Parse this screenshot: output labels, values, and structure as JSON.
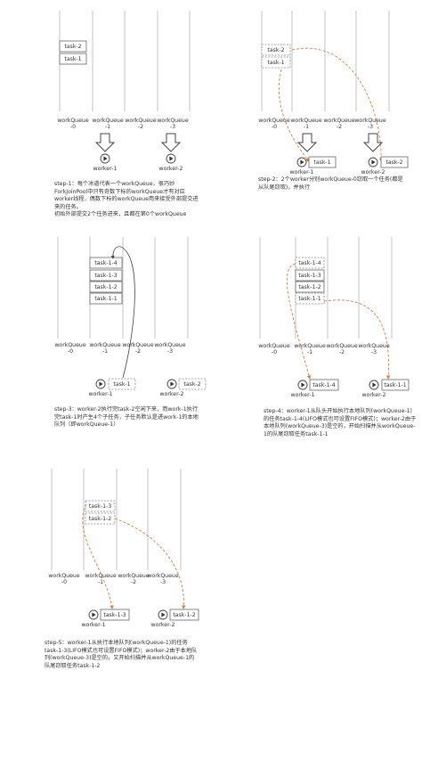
{
  "panels": [
    {
      "columns": [
        {
          "l1": "workQueue",
          "l2": "-0"
        },
        {
          "l1": "workQueue",
          "l2": "-1"
        },
        {
          "l1": "workQueue",
          "l2": "-2"
        },
        {
          "l1": "workQueue",
          "l2": "-3"
        }
      ],
      "tasks_top": [
        {
          "label": "task-2",
          "dashed": false
        },
        {
          "label": "task-1",
          "dashed": false
        }
      ],
      "workers": [
        {
          "name": "worker-1",
          "task": ""
        },
        {
          "name": "worker-2",
          "task": ""
        }
      ],
      "desc": [
        "step-1：每个冰道代表一个workQueue，很巧妙",
        "ForkJoinPool中只有奇数下标的workQueue才有对应",
        "worker线程，偶数下标的workQueue用来接受外部提交进",
        "来的任务。",
        "初始外部提交2个任务进来，且都在第0个workQueue"
      ]
    },
    {
      "columns": [
        {
          "l1": "workQueue",
          "l2": "-0"
        },
        {
          "l1": "workQueue",
          "l2": "-1"
        },
        {
          "l1": "workQueue",
          "l2": "-2"
        },
        {
          "l1": "workQueue",
          "l2": "-3"
        }
      ],
      "tasks_top": [
        {
          "label": "task-2",
          "dashed": true
        },
        {
          "label": "task-1",
          "dashed": true
        }
      ],
      "workers": [
        {
          "name": "worker-1",
          "task": "task-1"
        },
        {
          "name": "worker-2",
          "task": "task-2"
        }
      ],
      "desc": [
        "step-2：2个worker分别workQueue-0窃取一个任务(都是",
        "从队尾窃取)，并执行"
      ]
    },
    {
      "columns": [
        {
          "l1": "workQueue",
          "l2": "-0"
        },
        {
          "l1": "workQueue",
          "l2": "-1"
        },
        {
          "l1": "workQueue",
          "l2": "-2"
        },
        {
          "l1": "workQueue",
          "l2": "-3"
        }
      ],
      "tasks_top": [
        {
          "label": "task-1-4",
          "dashed": false
        },
        {
          "label": "task-1-3",
          "dashed": false
        },
        {
          "label": "task-1-2",
          "dashed": false
        },
        {
          "label": "task-1-1",
          "dashed": false
        }
      ],
      "workers": [
        {
          "name": "worker-1",
          "task": "task-1"
        },
        {
          "name": "worker-2",
          "task": "task-2"
        }
      ],
      "desc": [
        "step-3：worker-2执行完task-2空闲下来，而work-1执行",
        "完task-1时产生4个子任务，子任务默认是进work-1的本地",
        "队列（即workQueue-1）"
      ]
    },
    {
      "columns": [
        {
          "l1": "workQueue",
          "l2": "-0"
        },
        {
          "l1": "workQueue",
          "l2": "-1"
        },
        {
          "l1": "workQueue",
          "l2": "-2"
        },
        {
          "l1": "workQueue",
          "l2": "-3"
        }
      ],
      "tasks_top": [
        {
          "label": "task-1-4",
          "dashed": true
        },
        {
          "label": "task-1-3",
          "dashed": false
        },
        {
          "label": "task-1-2",
          "dashed": false
        },
        {
          "label": "task-1-1",
          "dashed": true
        }
      ],
      "workers": [
        {
          "name": "worker-1",
          "task": "task-1-4"
        },
        {
          "name": "worker-2",
          "task": "task-1-1"
        }
      ],
      "desc": [
        "step-4：worker-1从队头开始执行本地队列(workQueue-1)",
        "的任务task-1-4(LIFO模式也可设置FIFO模式)；worker-2由于",
        "本地队列(workQueue-3)是空的，开始扫描并从workQueue-",
        "1的队尾窃取任务task-1-1"
      ]
    },
    {
      "columns": [
        {
          "l1": "workQueue",
          "l2": "-0"
        },
        {
          "l1": "workQueue",
          "l2": "-1"
        },
        {
          "l1": "workQueue",
          "l2": "-2"
        },
        {
          "l1": "workQueue",
          "l2": "-3"
        }
      ],
      "tasks_top": [
        {
          "label": "task-1-3",
          "dashed": true
        },
        {
          "label": "task-1-2",
          "dashed": true
        }
      ],
      "workers": [
        {
          "name": "worker-1",
          "task": "task-1-3"
        },
        {
          "name": "worker-2",
          "task": "task-1-2"
        }
      ],
      "desc": [
        "step-5：worker-1从执行本地队列(workQueue-1)的任务",
        "task-1-3(LIFO模式也可设置FIFO模式)；worker-2由于本地队",
        "列(workQueue-3)是空的，又开始扫描并从workQueue-1的",
        "队尾窃取任务task-1-2"
      ]
    }
  ],
  "colors": {
    "line": "#999999",
    "box": "#666666",
    "arrow": "#e07a3a",
    "text": "#333333"
  }
}
